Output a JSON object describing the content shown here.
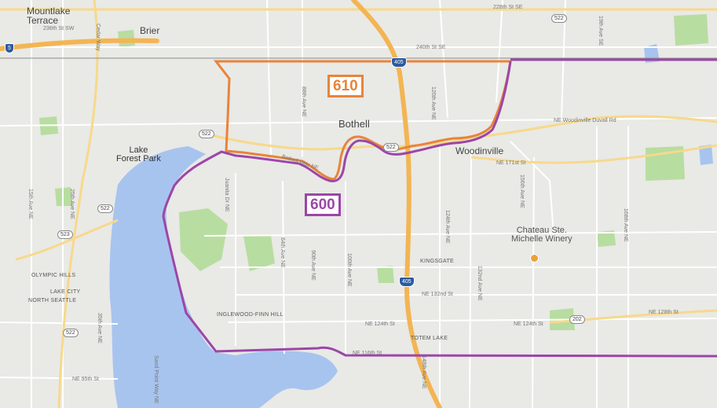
{
  "map": {
    "zones": [
      {
        "label": "610",
        "color": "#e8843a"
      },
      {
        "label": "600",
        "color": "#9c46a8"
      }
    ],
    "colors": {
      "water": "#a7c4ef",
      "park": "#b8dda0",
      "freeway": "#f3b553",
      "land": "#e9e9e6"
    },
    "places": {
      "mountlake_terrace": "Mountlake\nTerrace",
      "brier": "Brier",
      "bothell": "Bothell",
      "lake_forest_park": "Lake\nForest Park",
      "woodinville": "Woodinville",
      "chateau": "Chateau Ste.\nMichelle Winery"
    },
    "neighborhoods": {
      "kingsgate": "KINGSGATE",
      "olympic_hills": "OLYMPIC HILLS",
      "lake_city": "LAKE CITY",
      "north_seattle": "NORTH SEATTLE",
      "inglewood": "INGLEWOOD-FINN HILL",
      "totem_lake": "TOTEM LAKE"
    },
    "streets": {
      "s236": "236th St SW",
      "s228": "228th St SE",
      "s240": "240th St SE",
      "woodinville_duvall": "NE Woodinville Duvall Rd",
      "ne171": "NE 171st St",
      "bothell_way": "Bothell Way NE",
      "ne132": "NE 132nd St",
      "ne124_a": "NE 124th St",
      "ne124_b": "NE 124th St",
      "ne128": "NE 128th St",
      "ne116": "NE 116th St",
      "ne95": "NE 95th St",
      "ave15": "15th Ave NE",
      "ave25": "25th Ave NE",
      "ave35": "35th Ave NE",
      "ave88": "88th Ave NE",
      "ave84": "84th Ave NE",
      "ave90": "90th Ave NE",
      "ave100": "100th Ave NE",
      "ave120": "120th Ave NE",
      "ave124": "124th Ave NE",
      "ave132": "132nd Ave NE",
      "ave148": "148th Ave NE",
      "ave156": "156th Ave NE",
      "ave168": "168th Ave NE",
      "ave19": "19th Ave SE",
      "juanita": "Juanita Dr NE",
      "cedar_way": "Cedar Way",
      "sand_point": "Sand Point Way NE"
    },
    "shields": {
      "i5": "5",
      "i405_top": "405",
      "i405_mid": "405",
      "sr522_a": "522",
      "sr522_b": "522",
      "sr522_c": "522",
      "sr522_d": "522",
      "sr522_top": "522",
      "sr523": "523",
      "sr202": "202"
    },
    "icons": {
      "winery": "poi-pin-icon"
    }
  }
}
